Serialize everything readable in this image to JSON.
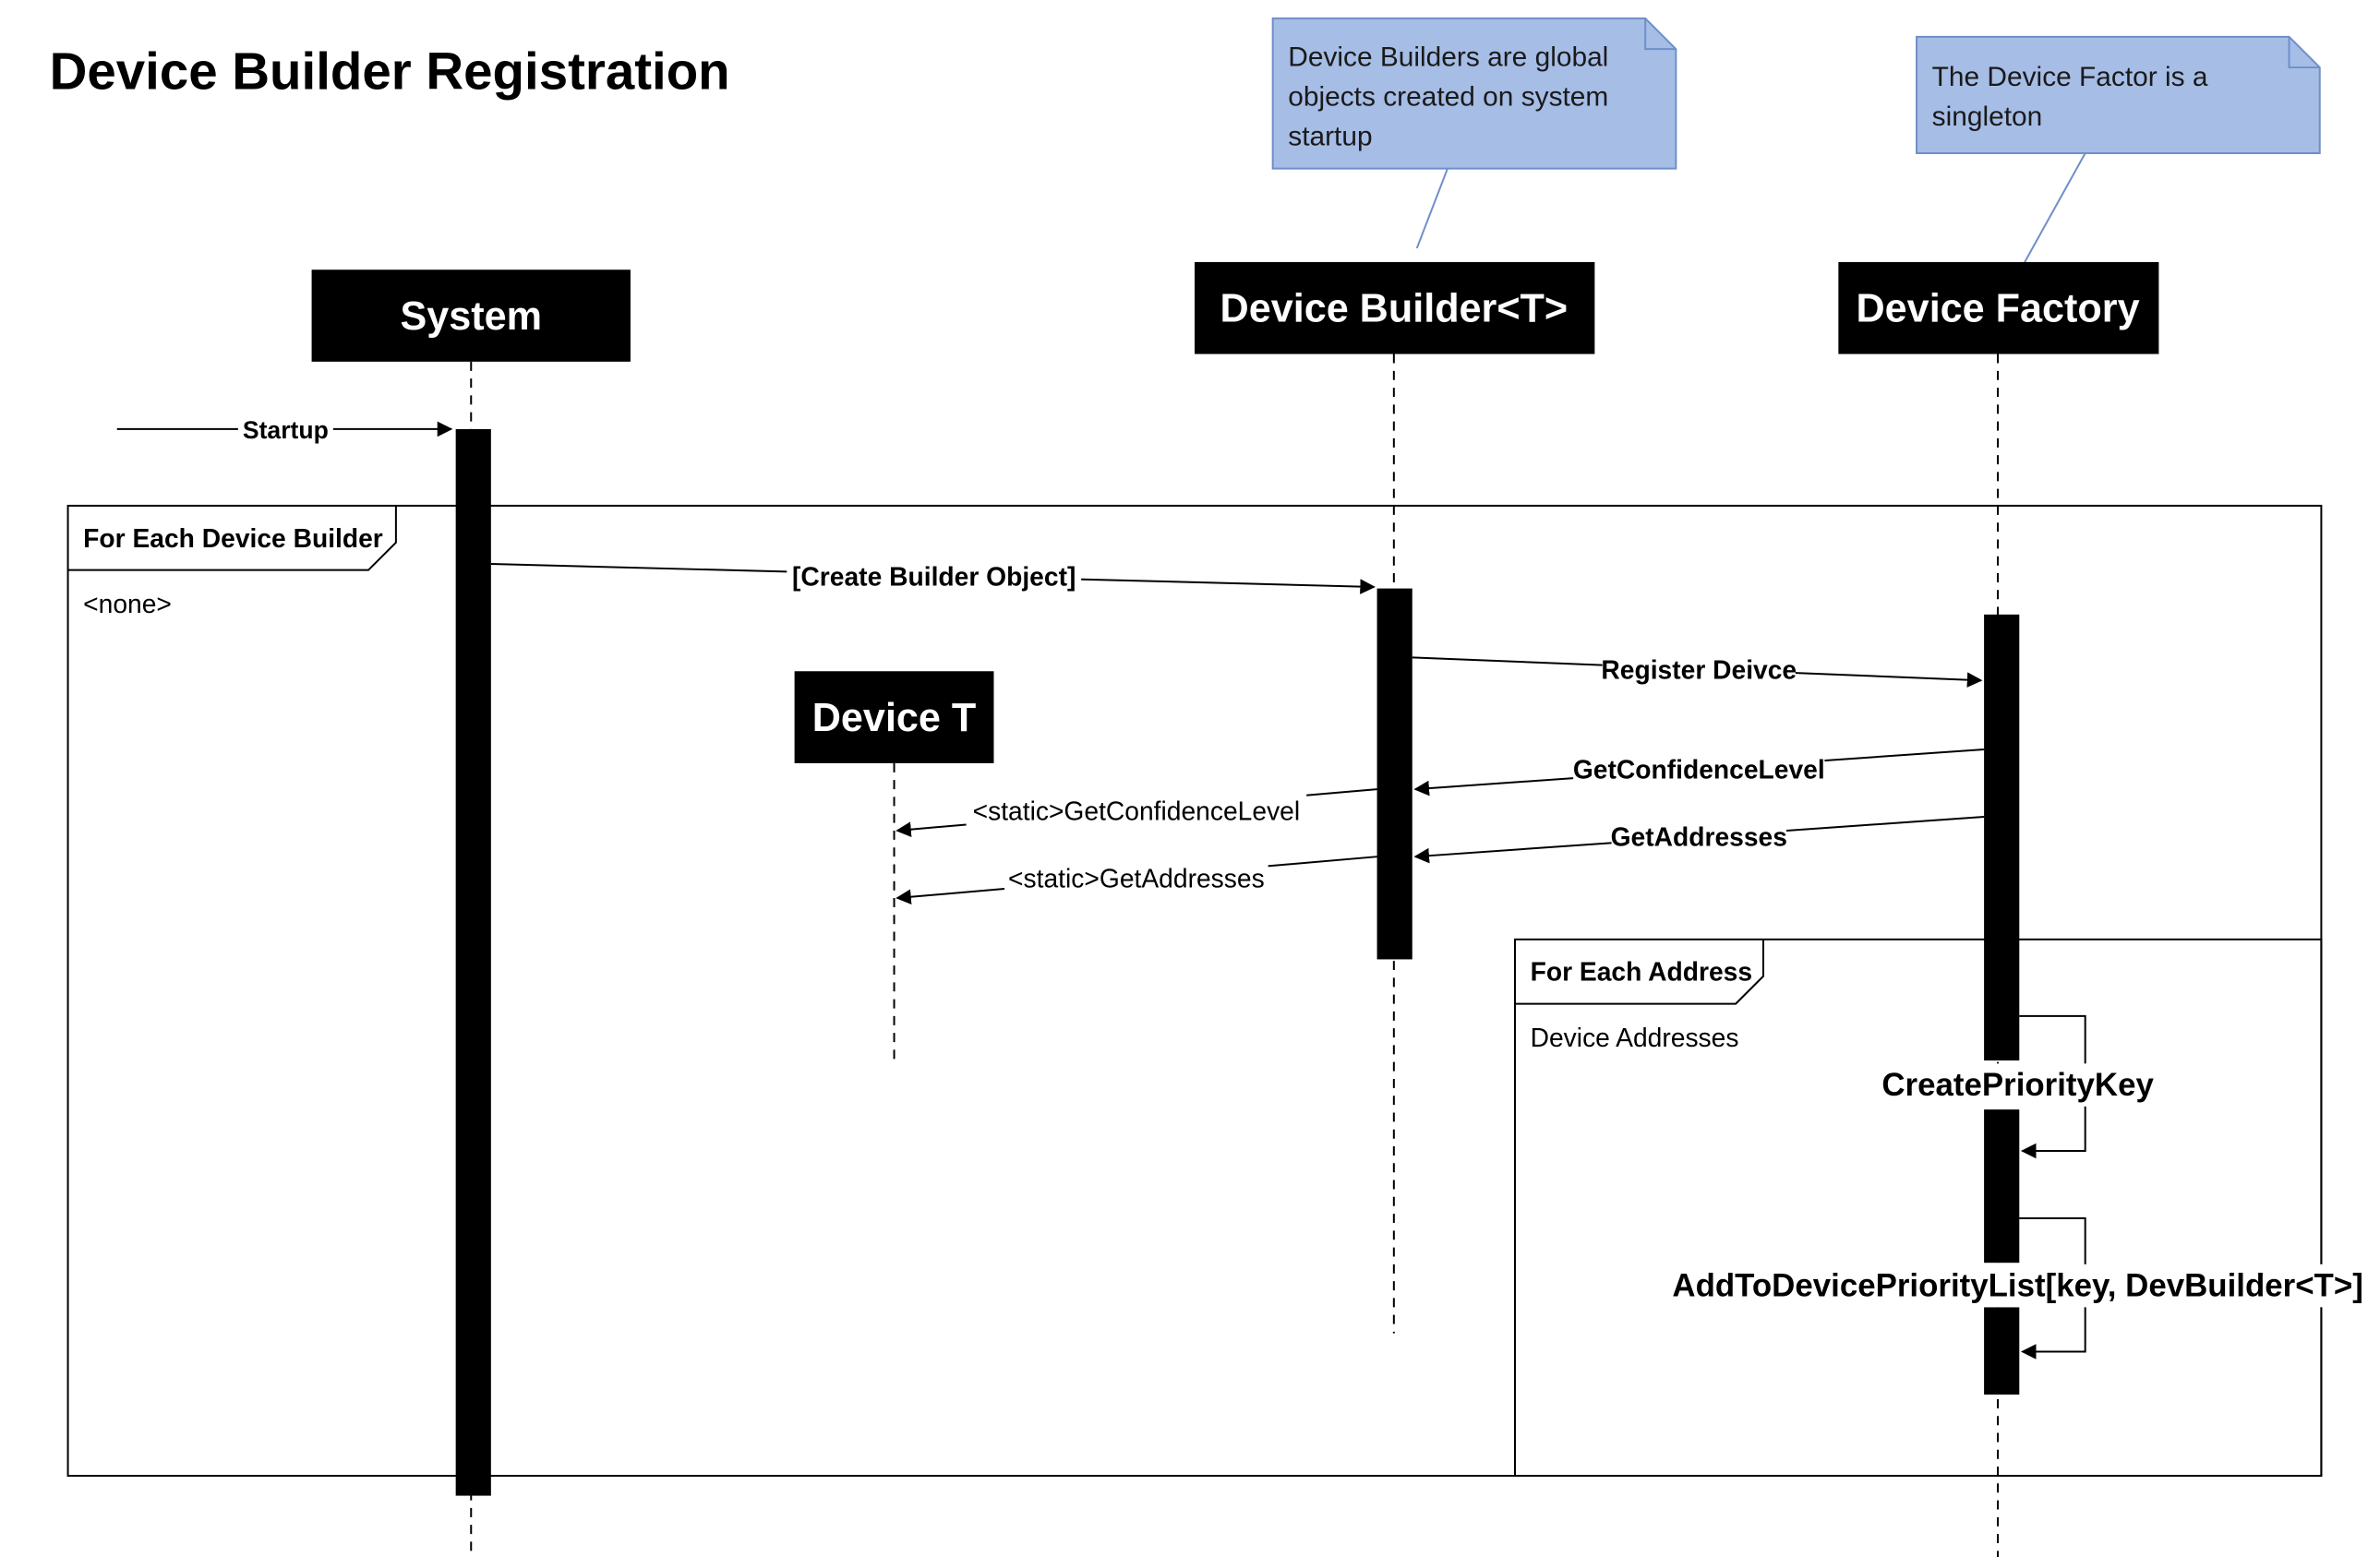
{
  "title": "Device Builder Registration",
  "colors": {
    "note_fill": "#a6bde6",
    "note_stroke": "#6f8fc8",
    "head_fill": "#000000",
    "line": "#000000"
  },
  "notes": {
    "builders": [
      "Device Builders are global",
      "objects created on system",
      "startup"
    ],
    "factory": [
      "The Device Factor is a",
      "singleton"
    ]
  },
  "lifelines": {
    "system": "System",
    "builder": "Device Builder<T>",
    "factory": "Device Factory",
    "device": "Device T"
  },
  "frames": {
    "outer": {
      "label": "For Each Device Builder",
      "guard": "<none>"
    },
    "inner": {
      "label": "For Each Address",
      "guard": "Device Addresses"
    }
  },
  "messages": {
    "startup": "Startup",
    "create": "[Create Builder  Object]",
    "register": "Register Deivce",
    "get_conf": "GetConfidenceLevel",
    "get_addr": "GetAddresses",
    "static_conf": "<static>GetConfidenceLevel",
    "static_addr": "<static>GetAddresses",
    "priority_key": "CreatePriorityKey",
    "add_list": "AddToDevicePriorityList[key, DevBuilder<T>]"
  }
}
